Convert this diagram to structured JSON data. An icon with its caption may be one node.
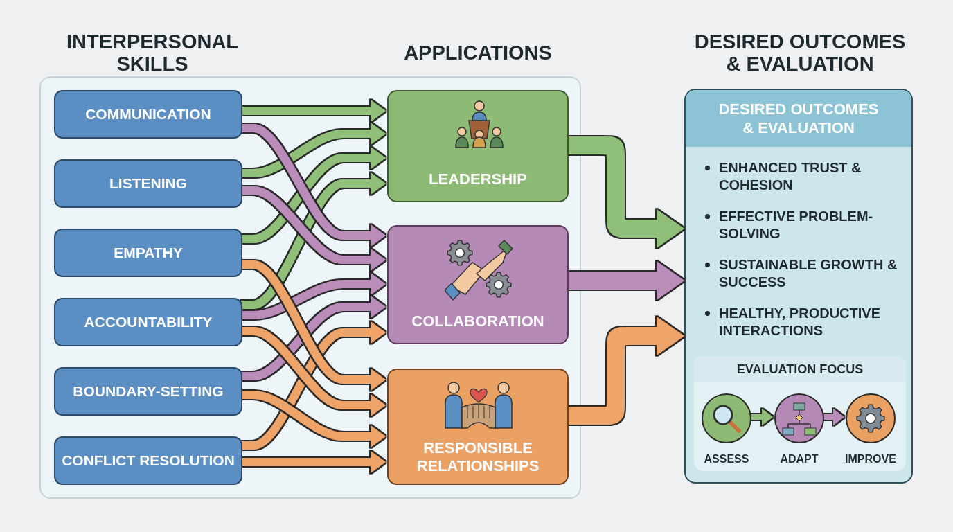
{
  "diagram": {
    "nodes": [
      {
        "text": [],
        "shape": "box"
      },
      {
        "text": [
          "COMMUNICATION"
        ],
        "in": 0
      },
      {
        "text": [
          "LISTENING"
        ],
        "in": 0
      },
      {
        "text": [
          "EMPATHY"
        ],
        "in": 0
      },
      {
        "text": [
          "ACCOUNTABILITY"
        ],
        "in": 0
      },
      {
        "text": [
          "BOUNDARY-SETTING"
        ],
        "in": 0
      },
      {
        "text": [
          "CONFLICT RESOLUTION"
        ],
        "in": 0
      },
      {
        "text": [
          "LEADERSHIP"
        ],
        "in": 0
      },
      {
        "text": [
          "COLLABORATION"
        ],
        "in": 0
      },
      {
        "text": [
          "RESPONSIBLE RELATIONSHIPS"
        ],
        "in": 0
      },
      {
        "text": [
          "DESIRED OUTCOMES & EVALUATION",
          "ENHANCED TRUST & COHESION",
          "EFFECTIVE PROBLEM-SOLVING",
          "SUSTAINABLE GROWTH & SUCCESS",
          "HEALTHY, PRODUCTIVE INTERACTIONS"
        ]
      },
      {
        "text": [
          "EVALUATION FOCUS"
        ],
        "in": 10
      },
      {
        "text": [
          "ASSESS"
        ],
        "in": 11
      },
      {
        "text": [
          "ADAPT"
        ],
        "in": 11
      },
      {
        "text": [
          "IMPROVE"
        ],
        "in": 11
      }
    ],
    "edges": [
      {
        "from": 1,
        "to": 7,
        "arrow": "to",
        "color": "#8fbf78"
      },
      {
        "from": 2,
        "to": 7,
        "arrow": "to",
        "color": "#8fbf78"
      },
      {
        "from": 3,
        "to": 7,
        "arrow": "to",
        "color": "#8fbf78"
      },
      {
        "from": 4,
        "to": 7,
        "arrow": "to",
        "color": "#8fbf78"
      },
      {
        "from": 1,
        "to": 8,
        "arrow": "to",
        "color": "#b98cb9"
      },
      {
        "from": 2,
        "to": 8,
        "arrow": "to",
        "color": "#b98cb9"
      },
      {
        "from": 4,
        "to": 8,
        "arrow": "to",
        "color": "#b98cb9"
      },
      {
        "from": 5,
        "to": 8,
        "arrow": "to",
        "color": "#b98cb9"
      },
      {
        "from": 6,
        "to": 9,
        "arrow": "to",
        "color": "#eea468"
      },
      {
        "from": 3,
        "to": 9,
        "arrow": "to",
        "color": "#eea468"
      },
      {
        "from": 4,
        "to": 9,
        "arrow": "to",
        "color": "#eea468"
      },
      {
        "from": 5,
        "to": 9,
        "arrow": "to",
        "color": "#eea468"
      },
      {
        "from": 6,
        "to": 9,
        "arrow": "to",
        "color": "#eea468"
      },
      {
        "from": 7,
        "to": 10,
        "arrow": "to",
        "style": "thick",
        "color": "#8fbf78"
      },
      {
        "from": 8,
        "to": 10,
        "arrow": "to",
        "style": "thick",
        "color": "#b98cb9"
      },
      {
        "from": 9,
        "to": 10,
        "arrow": "to",
        "style": "thick",
        "color": "#eea468"
      },
      {
        "from": 12,
        "to": 13,
        "arrow": "to",
        "color": "#8fbf78"
      },
      {
        "from": 13,
        "to": 14,
        "arrow": "to",
        "color": "#b98cb9"
      }
    ],
    "labels": [
      "INTERPERSONAL SKILLS",
      "APPLICATIONS",
      "DESIRED OUTCOMES & EVALUATION"
    ]
  }
}
